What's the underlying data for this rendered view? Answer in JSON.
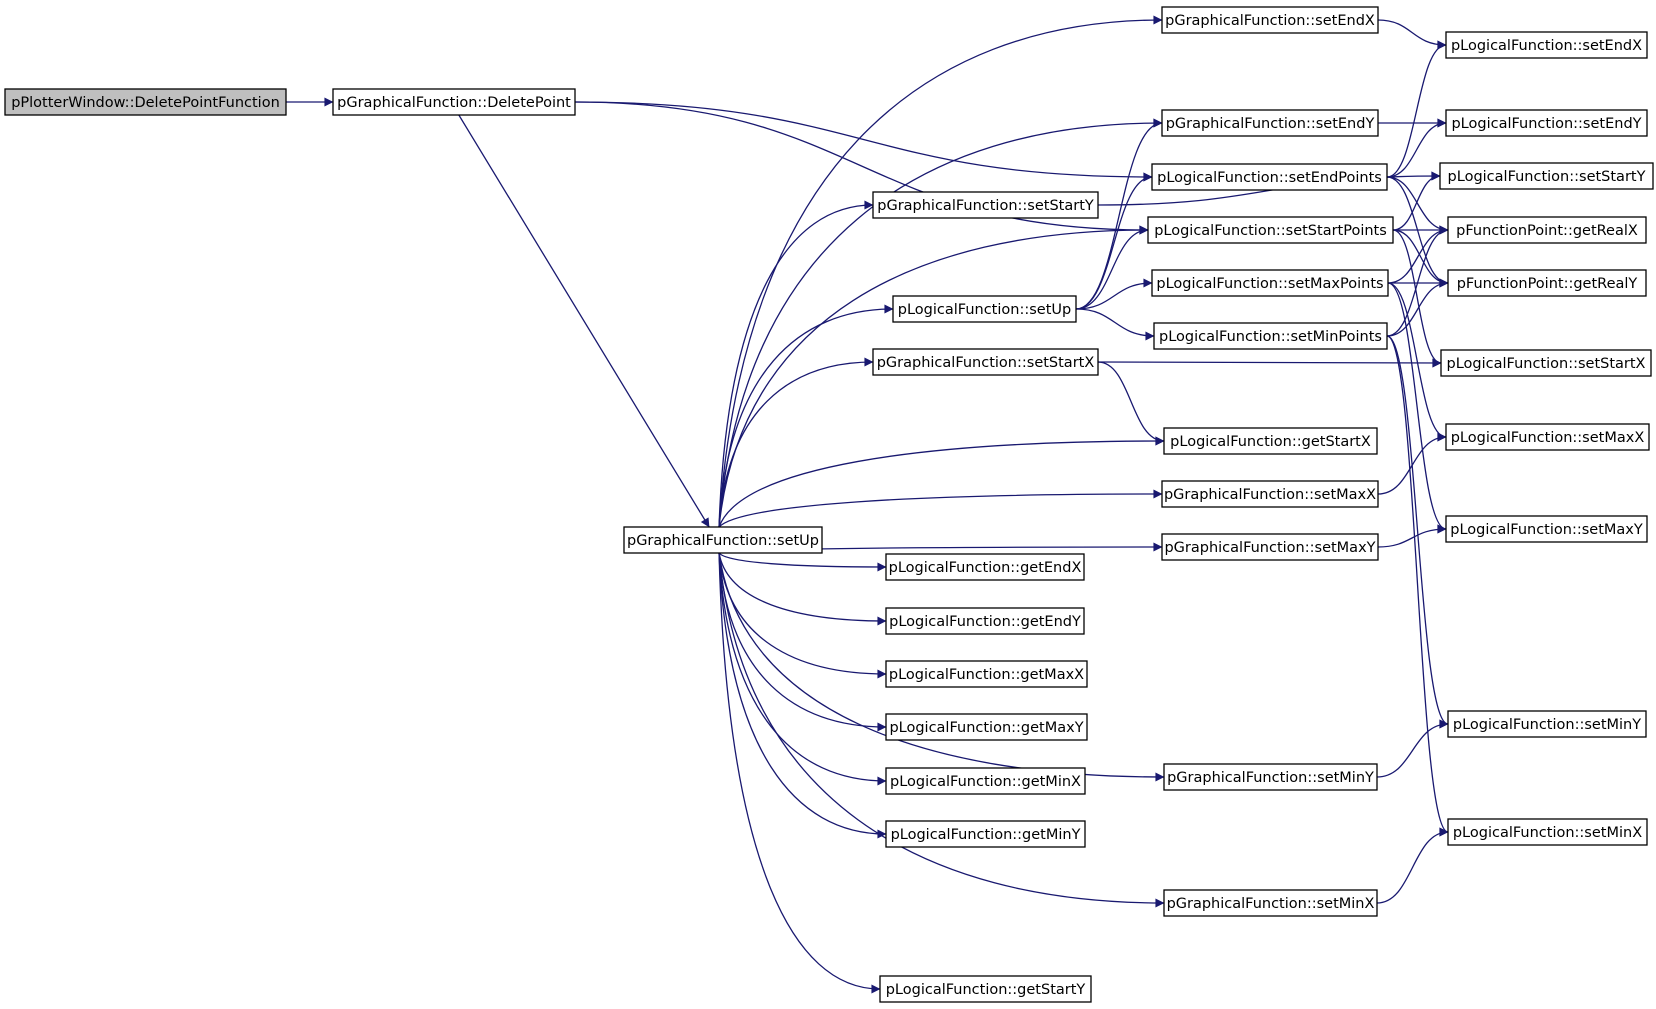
{
  "diagram": {
    "type": "call-graph",
    "edge_color": "#191970",
    "root_fill": "#bfbfbf",
    "nodes": [
      {
        "id": "root",
        "label": "pPlotterWindow::DeletePointFunction"
      },
      {
        "id": "gf_deletepoint",
        "label": "pGraphicalFunction::DeletePoint"
      },
      {
        "id": "gf_setup",
        "label": "pGraphicalFunction::setUp"
      },
      {
        "id": "gf_setendx",
        "label": "pGraphicalFunction::setEndX"
      },
      {
        "id": "lf_setendx",
        "label": "pLogicalFunction::setEndX"
      },
      {
        "id": "gf_setendy",
        "label": "pGraphicalFunction::setEndY"
      },
      {
        "id": "lf_setendy",
        "label": "pLogicalFunction::setEndY"
      },
      {
        "id": "lf_setendpoints",
        "label": "pLogicalFunction::setEndPoints"
      },
      {
        "id": "lf_setstarty",
        "label": "pLogicalFunction::setStartY"
      },
      {
        "id": "gf_setstarty",
        "label": "pGraphicalFunction::setStartY"
      },
      {
        "id": "lf_setstartpoints",
        "label": "pLogicalFunction::setStartPoints"
      },
      {
        "id": "fp_getrealx",
        "label": "pFunctionPoint::getRealX"
      },
      {
        "id": "lf_setmaxpoints",
        "label": "pLogicalFunction::setMaxPoints"
      },
      {
        "id": "fp_getrealy",
        "label": "pFunctionPoint::getRealY"
      },
      {
        "id": "lf_setup",
        "label": "pLogicalFunction::setUp"
      },
      {
        "id": "lf_setminpoints",
        "label": "pLogicalFunction::setMinPoints"
      },
      {
        "id": "gf_setstartx",
        "label": "pGraphicalFunction::setStartX"
      },
      {
        "id": "lf_setstartx",
        "label": "pLogicalFunction::setStartX"
      },
      {
        "id": "lf_getstartx",
        "label": "pLogicalFunction::getStartX"
      },
      {
        "id": "lf_setmaxx",
        "label": "pLogicalFunction::setMaxX"
      },
      {
        "id": "gf_setmaxx",
        "label": "pGraphicalFunction::setMaxX"
      },
      {
        "id": "lf_setmaxy",
        "label": "pLogicalFunction::setMaxY"
      },
      {
        "id": "gf_setmaxy",
        "label": "pGraphicalFunction::setMaxY"
      },
      {
        "id": "lf_getendx",
        "label": "pLogicalFunction::getEndX"
      },
      {
        "id": "lf_getendy",
        "label": "pLogicalFunction::getEndY"
      },
      {
        "id": "lf_getmaxx",
        "label": "pLogicalFunction::getMaxX"
      },
      {
        "id": "lf_getmaxy",
        "label": "pLogicalFunction::getMaxY"
      },
      {
        "id": "lf_getminx",
        "label": "pLogicalFunction::getMinX"
      },
      {
        "id": "lf_getminy",
        "label": "pLogicalFunction::getMinY"
      },
      {
        "id": "lf_setminy",
        "label": "pLogicalFunction::setMinY"
      },
      {
        "id": "gf_setminy",
        "label": "pGraphicalFunction::setMinY"
      },
      {
        "id": "lf_setminx",
        "label": "pLogicalFunction::setMinX"
      },
      {
        "id": "gf_setminx",
        "label": "pGraphicalFunction::setMinX"
      },
      {
        "id": "lf_getstarty",
        "label": "pLogicalFunction::getStartY"
      }
    ],
    "edges": [
      [
        "root",
        "gf_deletepoint"
      ],
      [
        "gf_deletepoint",
        "gf_setup"
      ],
      [
        "gf_deletepoint",
        "lf_setendpoints"
      ],
      [
        "gf_deletepoint",
        "lf_setstartpoints"
      ],
      [
        "gf_setup",
        "gf_setendx"
      ],
      [
        "gf_setup",
        "gf_setendy"
      ],
      [
        "gf_setup",
        "gf_setstarty"
      ],
      [
        "gf_setup",
        "lf_setup"
      ],
      [
        "gf_setup",
        "gf_setstartx"
      ],
      [
        "gf_setup",
        "lf_getstartx"
      ],
      [
        "gf_setup",
        "gf_setmaxx"
      ],
      [
        "gf_setup",
        "gf_setmaxy"
      ],
      [
        "gf_setup",
        "lf_getendx"
      ],
      [
        "gf_setup",
        "lf_getendy"
      ],
      [
        "gf_setup",
        "lf_getmaxx"
      ],
      [
        "gf_setup",
        "lf_getmaxy"
      ],
      [
        "gf_setup",
        "lf_getminx"
      ],
      [
        "gf_setup",
        "lf_getminy"
      ],
      [
        "gf_setup",
        "gf_setminy"
      ],
      [
        "gf_setup",
        "gf_setminx"
      ],
      [
        "gf_setup",
        "lf_getstarty"
      ],
      [
        "gf_setup",
        "lf_setstartpoints"
      ],
      [
        "gf_setendx",
        "lf_setendx"
      ],
      [
        "gf_setendy",
        "lf_setendy"
      ],
      [
        "gf_setstarty",
        "lf_setstarty"
      ],
      [
        "gf_setstartx",
        "lf_setstartx"
      ],
      [
        "gf_setstartx",
        "lf_getstartx"
      ],
      [
        "gf_setmaxx",
        "lf_setmaxx"
      ],
      [
        "gf_setmaxy",
        "lf_setmaxy"
      ],
      [
        "gf_setminy",
        "lf_setminy"
      ],
      [
        "gf_setminx",
        "lf_setminx"
      ],
      [
        "lf_setup",
        "gf_setendy"
      ],
      [
        "lf_setup",
        "lf_setendpoints"
      ],
      [
        "lf_setup",
        "lf_setstartpoints"
      ],
      [
        "lf_setup",
        "lf_setmaxpoints"
      ],
      [
        "lf_setup",
        "lf_setminpoints"
      ],
      [
        "lf_setendpoints",
        "lf_setendx"
      ],
      [
        "lf_setendpoints",
        "lf_setendy"
      ],
      [
        "lf_setendpoints",
        "fp_getrealx"
      ],
      [
        "lf_setendpoints",
        "fp_getrealy"
      ],
      [
        "lf_setstartpoints",
        "lf_setstarty"
      ],
      [
        "lf_setstartpoints",
        "fp_getrealx"
      ],
      [
        "lf_setstartpoints",
        "fp_getrealy"
      ],
      [
        "lf_setstartpoints",
        "lf_setstartx"
      ],
      [
        "lf_setmaxpoints",
        "fp_getrealx"
      ],
      [
        "lf_setmaxpoints",
        "fp_getrealy"
      ],
      [
        "lf_setmaxpoints",
        "lf_setmaxx"
      ],
      [
        "lf_setmaxpoints",
        "lf_setmaxy"
      ],
      [
        "lf_setminpoints",
        "fp_getrealx"
      ],
      [
        "lf_setminpoints",
        "fp_getrealy"
      ],
      [
        "lf_setminpoints",
        "lf_setminy"
      ],
      [
        "lf_setminpoints",
        "lf_setminx"
      ]
    ]
  }
}
